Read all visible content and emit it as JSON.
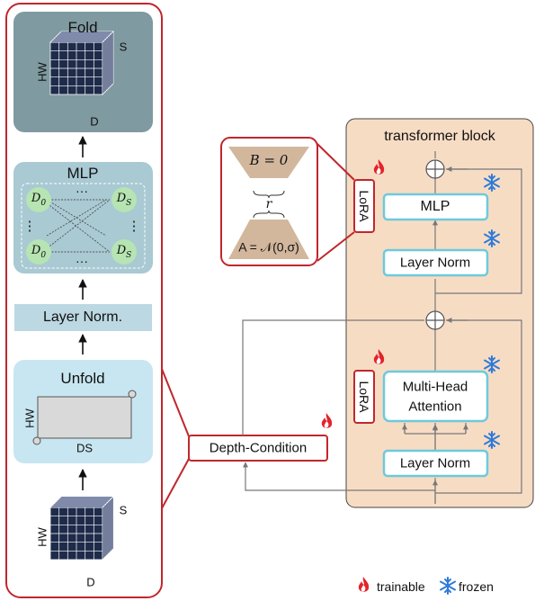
{
  "left_pipeline": {
    "fold": {
      "title": "Fold",
      "dim_hw": "HW",
      "dim_s": "S",
      "dim_d": "D"
    },
    "mlp": {
      "title": "MLP",
      "node_tl": "D",
      "node_tl_sub": "0",
      "node_tr": "D",
      "node_tr_sub": "S",
      "node_bl": "D",
      "node_bl_sub": "0",
      "node_br": "D",
      "node_br_sub": "S",
      "dots_top": "···",
      "dots_bottom": "···",
      "vdots": "⋮"
    },
    "layer_norm": {
      "title": "Layer Norm."
    },
    "unfold": {
      "title": "Unfold",
      "dim_hw": "HW",
      "dim_ds": "DS"
    },
    "input": {
      "dim_hw": "HW",
      "dim_s": "S",
      "dim_d": "D"
    }
  },
  "lora_detail": {
    "top_eq": "B = 0",
    "rank": "r",
    "bottom_eq": "A = 𝒩(0,σ)"
  },
  "depth_condition": {
    "label": "Depth-Condition"
  },
  "transformer": {
    "title": "transformer block",
    "lora_top": "LoRA",
    "lora_bottom": "LoRA",
    "mlp": "MLP",
    "layer_norm_top": "Layer Norm",
    "attention_line1": "Multi-Head",
    "attention_line2": "Attention",
    "layer_norm_bottom": "Layer Norm",
    "plus_symbol": "⊕"
  },
  "legend": {
    "trainable": "trainable",
    "frozen": "frozen"
  },
  "colors": {
    "frame_red": "#c0272d",
    "fold_bg": "#7f9aa0",
    "mlp_bg": "#a9c9d3",
    "layernorm_bg": "#bcd8e2",
    "unfold_bg": "#c7e6f1",
    "transformer_bg": "#f7dcc4",
    "inner_box_border": "#6ec9dc",
    "lora_trap": "#d2b79d",
    "node_green": "#b6e4b2"
  }
}
